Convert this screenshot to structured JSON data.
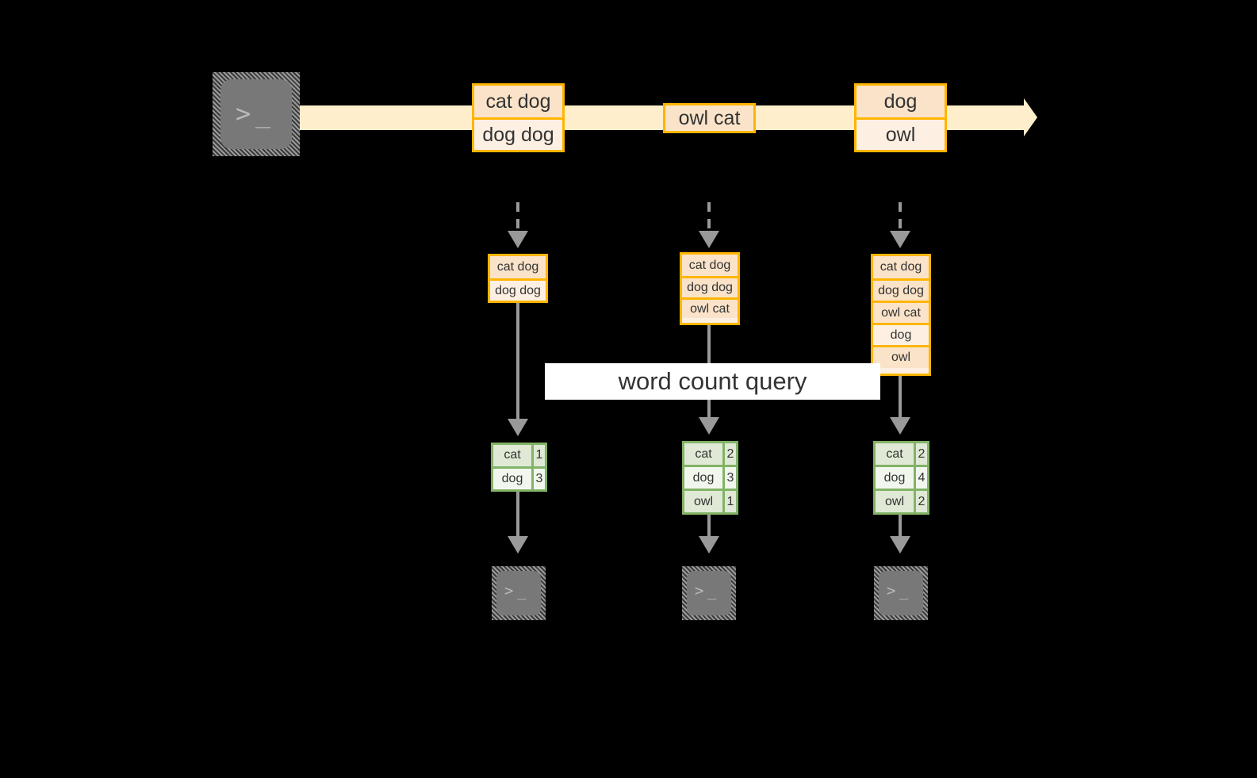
{
  "diagram": {
    "title": "word count query over a record stream",
    "accent_orange": "#ffb500",
    "accent_orange_fill": "#fae3c9",
    "accent_orange_fill_light": "#fdf0e3",
    "accent_green": "#82b366",
    "accent_green_fill": "#dfe9d5",
    "accent_green_fill_light": "#f2f7ee",
    "stream_fill": "#ffeecc",
    "connector_color": "#999999",
    "background": "#000000"
  },
  "query_label": {
    "text": "word count query"
  },
  "source": {
    "icon": "terminal-icon",
    "glyph_prompt": ">",
    "glyph_cursor": "_"
  },
  "stream": {
    "groups": [
      {
        "id": "group-1",
        "rows": [
          "cat dog",
          "dog dog"
        ]
      },
      {
        "id": "group-2",
        "rows": [
          "owl cat"
        ]
      },
      {
        "id": "group-3",
        "rows": [
          "dog",
          "owl"
        ]
      }
    ]
  },
  "snapshots": [
    {
      "id": "snapshot-1",
      "input_rows": [
        "cat dog",
        "dog dog"
      ],
      "results": [
        {
          "word": "cat",
          "count": "1"
        },
        {
          "word": "dog",
          "count": "3"
        }
      ],
      "sink_icon": "terminal-icon"
    },
    {
      "id": "snapshot-2",
      "input_rows": [
        "cat dog",
        "dog dog",
        "owl cat"
      ],
      "results": [
        {
          "word": "cat",
          "count": "2"
        },
        {
          "word": "dog",
          "count": "3"
        },
        {
          "word": "owl",
          "count": "1"
        }
      ],
      "sink_icon": "terminal-icon"
    },
    {
      "id": "snapshot-3",
      "input_rows": [
        "cat dog",
        "dog dog",
        "owl cat",
        "dog",
        "owl"
      ],
      "results": [
        {
          "word": "cat",
          "count": "2"
        },
        {
          "word": "dog",
          "count": "4"
        },
        {
          "word": "owl",
          "count": "2"
        }
      ],
      "sink_icon": "terminal-icon"
    }
  ]
}
